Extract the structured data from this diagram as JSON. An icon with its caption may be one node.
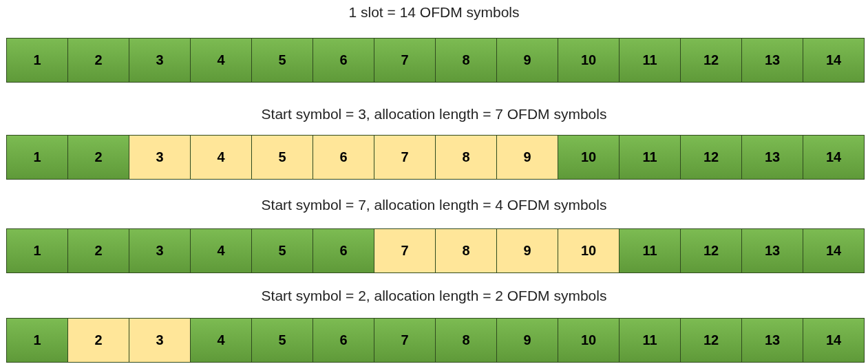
{
  "diagram": {
    "nodes": [
      {
        "text": [
          "1"
        ]
      },
      {
        "text": [
          "2"
        ]
      },
      {
        "text": [
          "3"
        ]
      },
      {
        "text": [
          "4"
        ]
      },
      {
        "text": [
          "5"
        ]
      },
      {
        "text": [
          "6"
        ]
      },
      {
        "text": [
          "7"
        ]
      },
      {
        "text": [
          "8"
        ]
      },
      {
        "text": [
          "9"
        ]
      },
      {
        "text": [
          "10"
        ]
      },
      {
        "text": [
          "11"
        ]
      },
      {
        "text": [
          "12"
        ]
      },
      {
        "text": [
          "13"
        ]
      },
      {
        "text": [
          "14"
        ]
      },
      {
        "text": [
          "1"
        ]
      },
      {
        "text": [
          "2"
        ]
      },
      {
        "text": [
          "3"
        ]
      },
      {
        "text": [
          "4"
        ]
      },
      {
        "text": [
          "5"
        ]
      },
      {
        "text": [
          "6"
        ]
      },
      {
        "text": [
          "7"
        ]
      },
      {
        "text": [
          "8"
        ]
      },
      {
        "text": [
          "9"
        ]
      },
      {
        "text": [
          "10"
        ]
      },
      {
        "text": [
          "11"
        ]
      },
      {
        "text": [
          "12"
        ]
      },
      {
        "text": [
          "13"
        ]
      },
      {
        "text": [
          "14"
        ]
      },
      {
        "text": [
          "1"
        ]
      },
      {
        "text": [
          "2"
        ]
      },
      {
        "text": [
          "3"
        ]
      },
      {
        "text": [
          "4"
        ]
      },
      {
        "text": [
          "5"
        ]
      },
      {
        "text": [
          "6"
        ]
      },
      {
        "text": [
          "7"
        ]
      },
      {
        "text": [
          "8"
        ]
      },
      {
        "text": [
          "9"
        ]
      },
      {
        "text": [
          "10"
        ]
      },
      {
        "text": [
          "11"
        ]
      },
      {
        "text": [
          "12"
        ]
      },
      {
        "text": [
          "13"
        ]
      },
      {
        "text": [
          "14"
        ]
      },
      {
        "text": [
          "1"
        ]
      },
      {
        "text": [
          "2"
        ]
      },
      {
        "text": [
          "3"
        ]
      },
      {
        "text": [
          "4"
        ]
      },
      {
        "text": [
          "5"
        ]
      },
      {
        "text": [
          "6"
        ]
      },
      {
        "text": [
          "7"
        ]
      },
      {
        "text": [
          "8"
        ]
      },
      {
        "text": [
          "9"
        ]
      },
      {
        "text": [
          "10"
        ]
      },
      {
        "text": [
          "11"
        ]
      },
      {
        "text": [
          "12"
        ]
      },
      {
        "text": [
          "13"
        ]
      },
      {
        "text": [
          "14"
        ]
      }
    ],
    "labels": [
      "1 slot = 14 OFDM symbols",
      "Start symbol = 3, allocation length = 7 OFDM symbols",
      "Start symbol = 7, allocation length = 4 OFDM symbols",
      "Start symbol = 2, allocation length = 2 OFDM symbols"
    ]
  }
}
